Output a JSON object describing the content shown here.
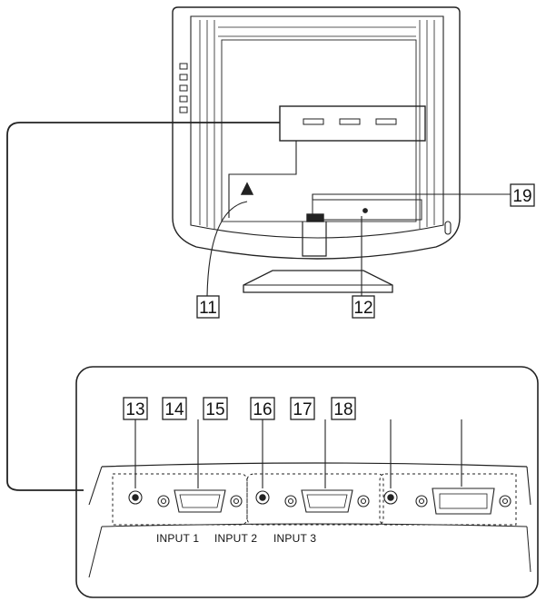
{
  "callouts": {
    "c11": "11",
    "c12": "12",
    "c13": "13",
    "c14": "14",
    "c15": "15",
    "c16": "16",
    "c17": "17",
    "c18": "18",
    "c19": "19"
  },
  "input_labels": {
    "input1": "INPUT 1",
    "input2": "INPUT 2",
    "input3": "INPUT 3"
  }
}
